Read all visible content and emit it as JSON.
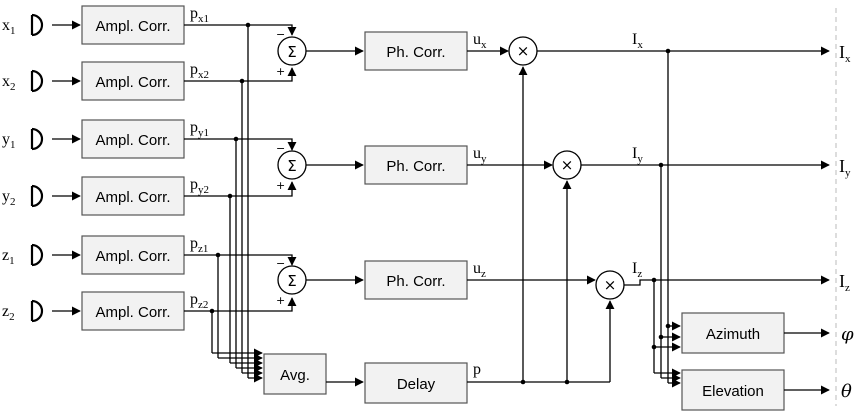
{
  "mic_inputs": [
    {
      "base": "x",
      "sub": "1"
    },
    {
      "base": "x",
      "sub": "2"
    },
    {
      "base": "y",
      "sub": "1"
    },
    {
      "base": "y",
      "sub": "2"
    },
    {
      "base": "z",
      "sub": "1"
    },
    {
      "base": "z",
      "sub": "2"
    }
  ],
  "ampl_label": "Ampl. Corr.",
  "p_signals": [
    {
      "base": "p",
      "sub": "x1"
    },
    {
      "base": "p",
      "sub": "x2"
    },
    {
      "base": "p",
      "sub": "y1"
    },
    {
      "base": "p",
      "sub": "y2"
    },
    {
      "base": "p",
      "sub": "z1"
    },
    {
      "base": "p",
      "sub": "z2"
    }
  ],
  "sum_symbol": "Σ",
  "minus_sign": "−",
  "plus_sign": "+",
  "ph_label": "Ph. Corr.",
  "u_signals": [
    {
      "base": "u",
      "sub": "x"
    },
    {
      "base": "u",
      "sub": "y"
    },
    {
      "base": "u",
      "sub": "z"
    }
  ],
  "mult_symbol": "×",
  "i_signals": [
    {
      "base": "I",
      "sub": "x"
    },
    {
      "base": "I",
      "sub": "y"
    },
    {
      "base": "I",
      "sub": "z"
    }
  ],
  "i_outputs": [
    {
      "base": "I",
      "sub": "x"
    },
    {
      "base": "I",
      "sub": "y"
    },
    {
      "base": "I",
      "sub": "z"
    }
  ],
  "avg_label": "Avg.",
  "delay_label": "Delay",
  "p_label": "p",
  "azimuth_label": "Azimuth",
  "elevation_label": "Elevation",
  "phi_label": "φ",
  "theta_label": "θ"
}
